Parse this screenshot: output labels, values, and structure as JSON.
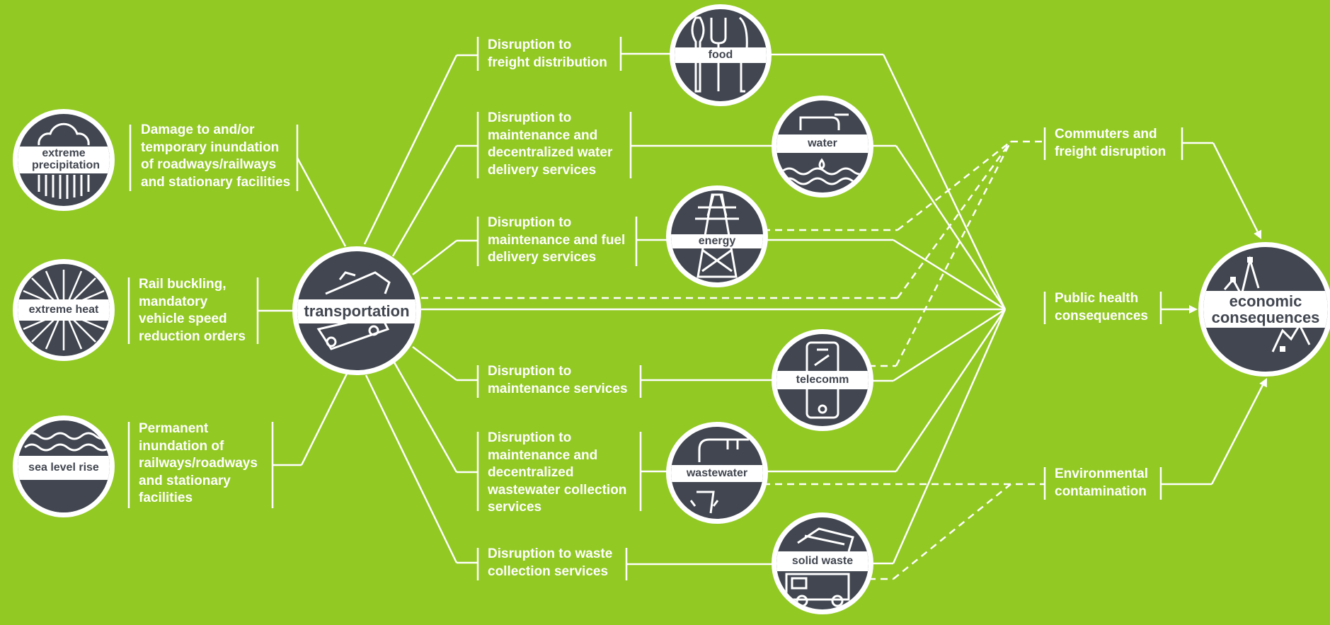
{
  "colors": {
    "background": "#92c923",
    "node_fill": "#414650",
    "line": "#ffffff"
  },
  "hazards": [
    {
      "label": "extreme precipitation",
      "icon": "rain-cloud-icon",
      "impact": [
        "Damage to and/or",
        "temporary inundation",
        "of roadways/railways",
        "and stationary facilities"
      ]
    },
    {
      "label": "extreme heat",
      "icon": "sun-icon",
      "impact": [
        "Rail buckling,",
        "mandatory",
        "vehicle speed",
        "reduction orders"
      ]
    },
    {
      "label": "sea level rise",
      "icon": "waves-icon",
      "impact": [
        "Permanent",
        "inundation of",
        "railways/roadways",
        "and stationary",
        "facilities"
      ]
    }
  ],
  "hub": {
    "label": "transportation",
    "icon": "train-icon"
  },
  "disruptions": [
    {
      "lines": [
        "Disruption to",
        "freight distribution"
      ],
      "sector": "food",
      "icon": "fork-knife-icon"
    },
    {
      "lines": [
        "Disruption to",
        "maintenance and",
        "decentralized water",
        "delivery services"
      ],
      "sector": "water",
      "icon": "faucet-icon"
    },
    {
      "lines": [
        "Disruption to",
        "maintenance and fuel",
        "delivery services"
      ],
      "sector": "energy",
      "icon": "power-tower-icon"
    },
    {
      "lines": [
        "Disruption to",
        "maintenance services"
      ],
      "sector": "telecomm",
      "icon": "phone-icon"
    },
    {
      "lines": [
        "Disruption to",
        "maintenance and",
        "decentralized",
        "wastewater collection",
        "services"
      ],
      "sector": "wastewater",
      "icon": "pipe-icon"
    },
    {
      "lines": [
        "Disruption to waste",
        "collection services"
      ],
      "sector": "solid waste",
      "icon": "garbage-truck-icon"
    }
  ],
  "outcomes": [
    {
      "lines": [
        "Commuters and",
        "freight disruption"
      ]
    },
    {
      "lines": [
        "Public health",
        "consequences"
      ]
    },
    {
      "lines": [
        "Environmental",
        "contamination"
      ]
    }
  ],
  "final": {
    "lines": [
      "economic",
      "consequences"
    ],
    "icon": "line-chart-icon"
  }
}
